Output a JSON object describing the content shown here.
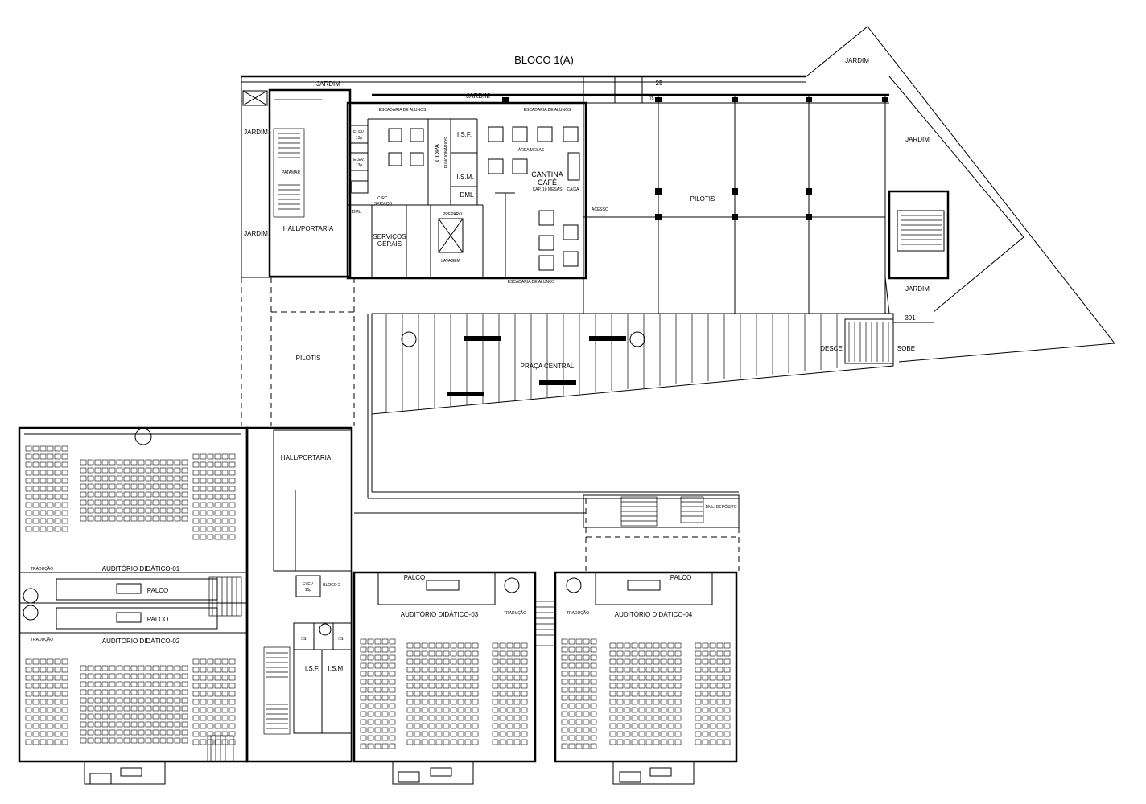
{
  "title": "BLOCO 1(A)",
  "dimensions": {
    "d25": "25",
    "d75": "75",
    "d391": "391"
  },
  "labels": {
    "jardim": "JARDIM",
    "pilotis": "PILOTIS",
    "hall_portaria": "HALL/PORTARIA",
    "praca_central": "PRAÇA CENTRAL",
    "desce": "DESCE",
    "sobe": "SOBE",
    "cantina": "CANTINA",
    "cafe": "CAFÉ",
    "cantina_sub": "CAP. 10 MESAS",
    "area_mesas": "ÁREA MESAS",
    "copa": "COPA",
    "funcionarios": "FUNCIONÁRIOS",
    "isf": "I.S.F.",
    "ism": "I.S.M.",
    "isf_short": "I.S.F",
    "is": "I.S.",
    "elev13": "ELEV.",
    "elev13b": "13p",
    "elev15": "ELEV.",
    "elev15b": "15p",
    "circ": "CIRC.",
    "servico": "SERVIÇO",
    "servicos": "SERVIÇOS",
    "gerais": "GERAIS",
    "dml": "DML",
    "dml_deposito": "DML. DEPÓSITO",
    "palco": "PALCO",
    "traducao": "TRADUÇÃO",
    "aud1": "AUDITÓRIO DIDÁTICO-01",
    "aud2": "AUDITÓRIO DIDÁTICO-02",
    "aud3": "AUDITÓRIO DIDÁTICO-03",
    "aud4": "AUDITÓRIO DIDÁTICO-04",
    "patamar": "PATAMAR",
    "lavagem": "LAVAGEM",
    "preparo": "PREPARO",
    "escada": "ESCADARIA DE ALUNOS",
    "caixa": "CAIXA",
    "acesso": "ACESSO",
    "bloco": "BLOCO 2"
  }
}
